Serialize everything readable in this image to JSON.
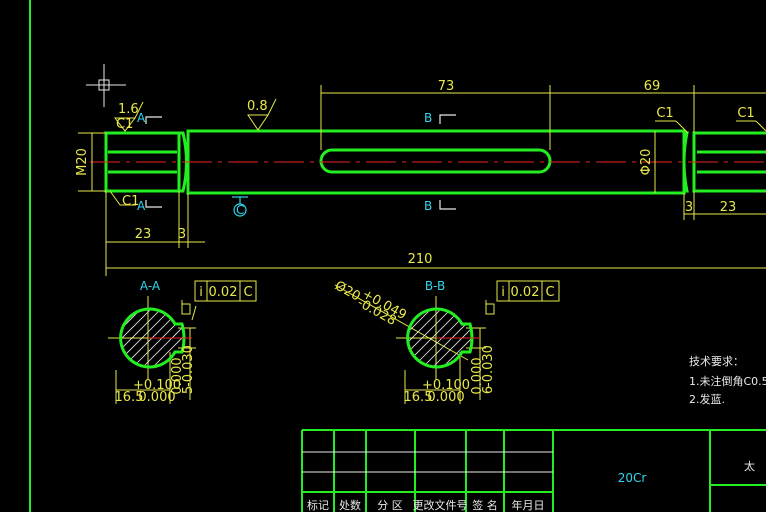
{
  "colors": {
    "background": "#000000",
    "outline": "#22ee22",
    "dimension": "#e8e84a",
    "centerline": "#ee2222",
    "section_label": "#2fd6ee",
    "text": "#e8e8e8"
  },
  "icons": {
    "ucs": "crosshair-icon",
    "datum": "datum-symbol-icon"
  },
  "dims": {
    "d73": "73",
    "d69": "69",
    "d210": "210",
    "d23_left": "23",
    "d23_right": "23",
    "d3_left": "3",
    "d3_right": "3",
    "m20": "M20",
    "phi20": "Φ20",
    "c1_left_top": "C1",
    "c1_left_bottom": "C1",
    "c1_right_1": "C1",
    "c1_right_2": "C1",
    "rough1": "1.6",
    "rough2": "0.8",
    "diam_tol": "Ø20",
    "diam_tol_upper": "+0.049",
    "diam_tol_lower": "-0.028"
  },
  "section_markers": {
    "a_top": "A",
    "a_bottom": "A",
    "b_top": "B",
    "b_bottom": "B",
    "datum": "C"
  },
  "sections": [
    {
      "title": "A-A",
      "gtol_sym": "i",
      "gtol_value": "0.02",
      "gtol_datum": "C",
      "width": "16.5",
      "width_upper": "+0.100",
      "width_lower": "0.000",
      "depth_upper": "0.000",
      "depth_lower": "-0.030",
      "depth_base": "5"
    },
    {
      "title": "B-B",
      "gtol_sym": "i",
      "gtol_value": "0.02",
      "gtol_datum": "C",
      "width": "16.5",
      "width_upper": "+0.100",
      "width_lower": "0.000",
      "depth_upper": "0.000",
      "depth_lower": "-0.030",
      "depth_base": "6"
    }
  ],
  "tech_req": {
    "heading": "技术要求：",
    "items": [
      "1.未注倒角C0.5",
      "2.发蓝."
    ]
  },
  "title_block": {
    "material": "20Cr",
    "drawing_title": "太",
    "headers": [
      "标记",
      "处数",
      "分 区",
      "更改文件号",
      "签 名",
      "年月日"
    ]
  }
}
